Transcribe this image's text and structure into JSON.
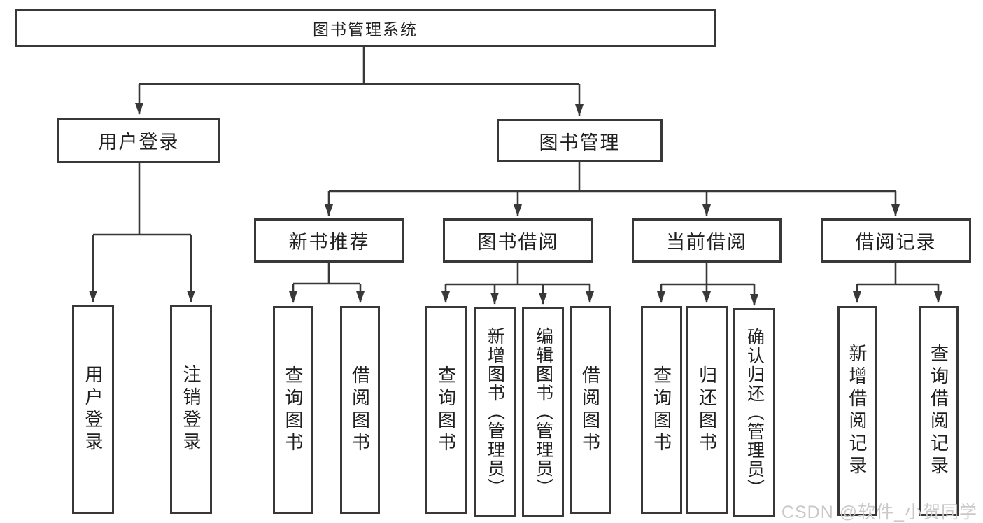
{
  "diagram": {
    "title": "图书管理系统",
    "colors": {
      "line": "#383838",
      "box_fill": "#ffffff",
      "text": "#1f1f1f",
      "watermark": "#c9c9c9"
    },
    "nodes": {
      "root": "图书管理系统",
      "user_login_branch": "用户登录",
      "book_management_branch": "图书管理",
      "new_book_recommend": "新书推荐",
      "book_borrowing": "图书借阅",
      "current_borrowing": "当前借阅",
      "borrowing_records": "借阅记录",
      "leaves": {
        "user_login": "用户登录",
        "logout": "注销登录",
        "recommend_query_books": "查询图书",
        "recommend_borrow_books": "借阅图书",
        "borrowing_query_books": "查询图书",
        "borrowing_add_books_admin": "新增图书（管理员）",
        "borrowing_edit_books_admin": "编辑图书（管理员）",
        "borrowing_borrow_books": "借阅图书",
        "current_query_books": "查询图书",
        "current_return_books": "归还图书",
        "current_confirm_return_admin": "确认归还（管理员）",
        "records_add_record": "新增借阅记录",
        "records_query_record": "查询借阅记录"
      }
    },
    "watermark": "CSDN @软件_小贺同学"
  }
}
